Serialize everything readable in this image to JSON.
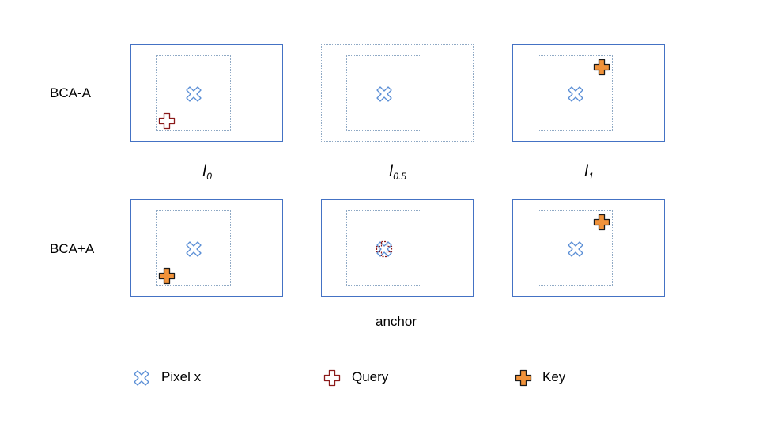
{
  "rows": {
    "top_label": "BCA-A",
    "bottom_label": "BCA+A"
  },
  "columns": {
    "first": {
      "base": "I",
      "sub": "0"
    },
    "second": {
      "base": "I",
      "sub": "0.5"
    },
    "third": {
      "base": "I",
      "sub": "1"
    }
  },
  "anchor_label": "anchor",
  "legend": {
    "pixel": "Pixel x",
    "query": "Query",
    "key": "Key"
  },
  "colors": {
    "frame_border": "#4472c4",
    "dotted_border": "#8fa9c5",
    "pixel_outline": "#5b8fd6",
    "query_outline": "#8b1a1a",
    "key_fill": "#f0923a",
    "key_outline": "#1a1a1a"
  },
  "icons": {
    "pixel": "x-cross-outline-icon",
    "query": "plus-outline-icon",
    "key": "plus-filled-icon"
  }
}
